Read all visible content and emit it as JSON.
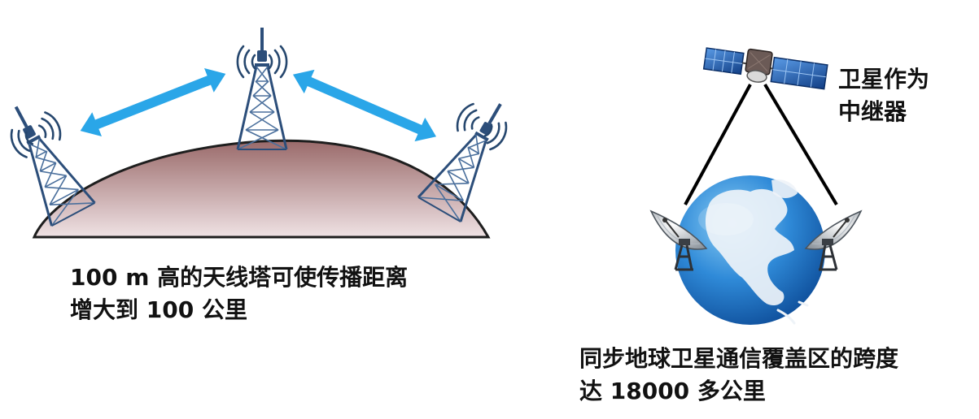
{
  "captions": {
    "tower": {
      "line1": "100 m 高的天线塔可使传播距离",
      "line2": "增大到 100 公里"
    },
    "relay": {
      "line1": "卫星作为",
      "line2": "中继器"
    },
    "coverage": {
      "line1": "同步地球卫星通信覆盖区的跨度",
      "line2": "达 18000 多公里"
    }
  },
  "colors": {
    "hill_top": "#9a6a6a",
    "hill_bottom": "#efe2e4",
    "arrow": "#2aa6e8",
    "tower": "#2c4e7a",
    "globe_ocean": "#1f73c2",
    "land": "#eef3f8",
    "solar_panel": "#1f5fb5",
    "link_line": "#000000"
  },
  "icons": {
    "tower": "radio-tower-icon",
    "satellite": "satellite-icon",
    "dish": "satellite-dish-icon",
    "globe": "globe-icon",
    "signal": "signal-waves-icon"
  }
}
